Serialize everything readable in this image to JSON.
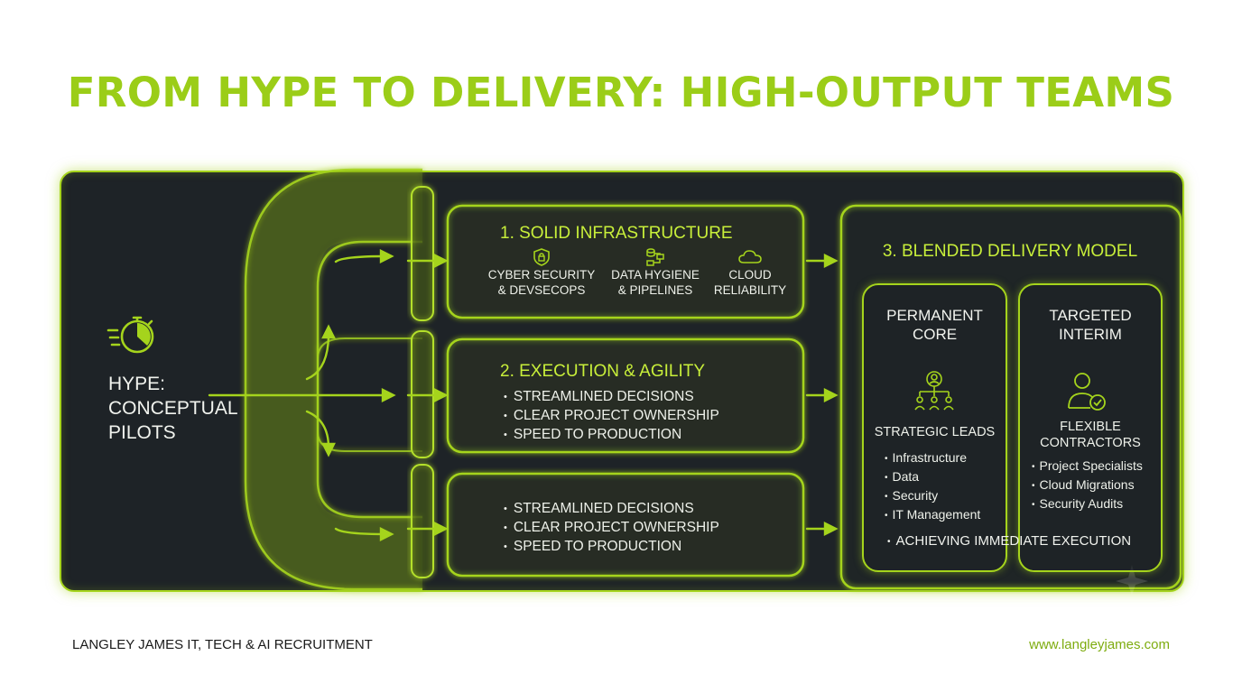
{
  "title": "FROM HYPE TO DELIVERY: HIGH-OUTPUT TEAMS",
  "colors": {
    "accent": "#a5d41c",
    "title": "#9bcd18",
    "panel_bg": "#1e2327",
    "heading_text": "#c8ef3a",
    "body_text": "#eef1ea"
  },
  "hype": {
    "icon": "stopwatch-icon",
    "label_line1": "HYPE:",
    "label_line2": "CONCEPTUAL",
    "label_line3": "PILOTS"
  },
  "stage1": {
    "title": "1. SOLID INFRASTRUCTURE",
    "features": [
      {
        "icon": "shield-lock-icon",
        "line1": "CYBER SECURITY",
        "line2": "& DEVSECOPS"
      },
      {
        "icon": "data-pipeline-icon",
        "line1": "DATA HYGIENE",
        "line2": "& PIPELINES"
      },
      {
        "icon": "cloud-icon",
        "line1": "CLOUD",
        "line2": "RELIABILITY"
      }
    ]
  },
  "stage2": {
    "title": "2. EXECUTION & AGILITY",
    "bullets": [
      "STREAMLINED DECISIONS",
      "CLEAR PROJECT OWNERSHIP",
      "SPEED TO PRODUCTION"
    ]
  },
  "stage_bottom": {
    "bullets": [
      "STREAMLINED DECISIONS",
      "CLEAR PROJECT OWNERSHIP",
      "SPEED TO PRODUCTION"
    ]
  },
  "blended": {
    "title": "3. BLENDED DELIVERY MODEL",
    "permanent": {
      "head_line1": "PERMANENT",
      "head_line2": "CORE",
      "icon": "org-chart-icon",
      "subtitle": "STRATEGIC LEADS",
      "items": [
        "Infrastructure",
        "Data",
        "Security",
        "IT Management"
      ]
    },
    "interim": {
      "head_line1": "TARGETED",
      "head_line2": "INTERIM",
      "icon": "user-check-icon",
      "subtitle_line1": "FLEXIBLE",
      "subtitle_line2": "CONTRACTORS",
      "items": [
        "Project Specialists",
        "Cloud Migrations",
        "Security Audits"
      ]
    },
    "footer_bullet": "ACHIEVING IMMEDIATE EXECUTION"
  },
  "footer": {
    "left": "LANGLEY JAMES IT, TECH & AI RECRUITMENT",
    "right": "www.langleyjames.com"
  }
}
